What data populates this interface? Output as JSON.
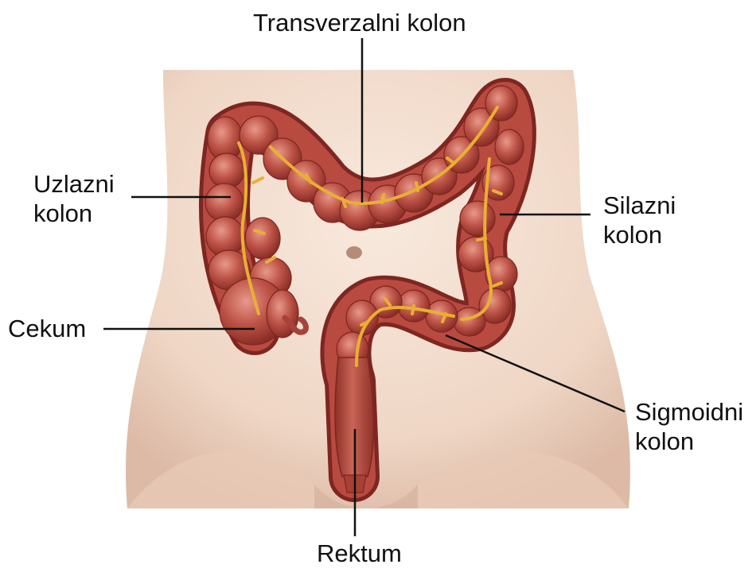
{
  "title": "",
  "labels": {
    "transverse": "Transverzalni kolon",
    "ascending_1": "Uzlazni",
    "ascending_2": "kolon",
    "descending_1": "Silazni",
    "descending_2": "kolon",
    "cecum": "Cekum",
    "sigmoid_1": "Sigmoidni",
    "sigmoid_2": "kolon",
    "rectum": "Rektum"
  },
  "colors": {
    "skin": "#f0dccd",
    "skin_shadow": "#d9b9a6",
    "colon": "#b84a40",
    "colon_dark": "#7e2620",
    "colon_highlight": "#df8a76",
    "vessel": "#e8b033",
    "leader_line": "#111111"
  }
}
